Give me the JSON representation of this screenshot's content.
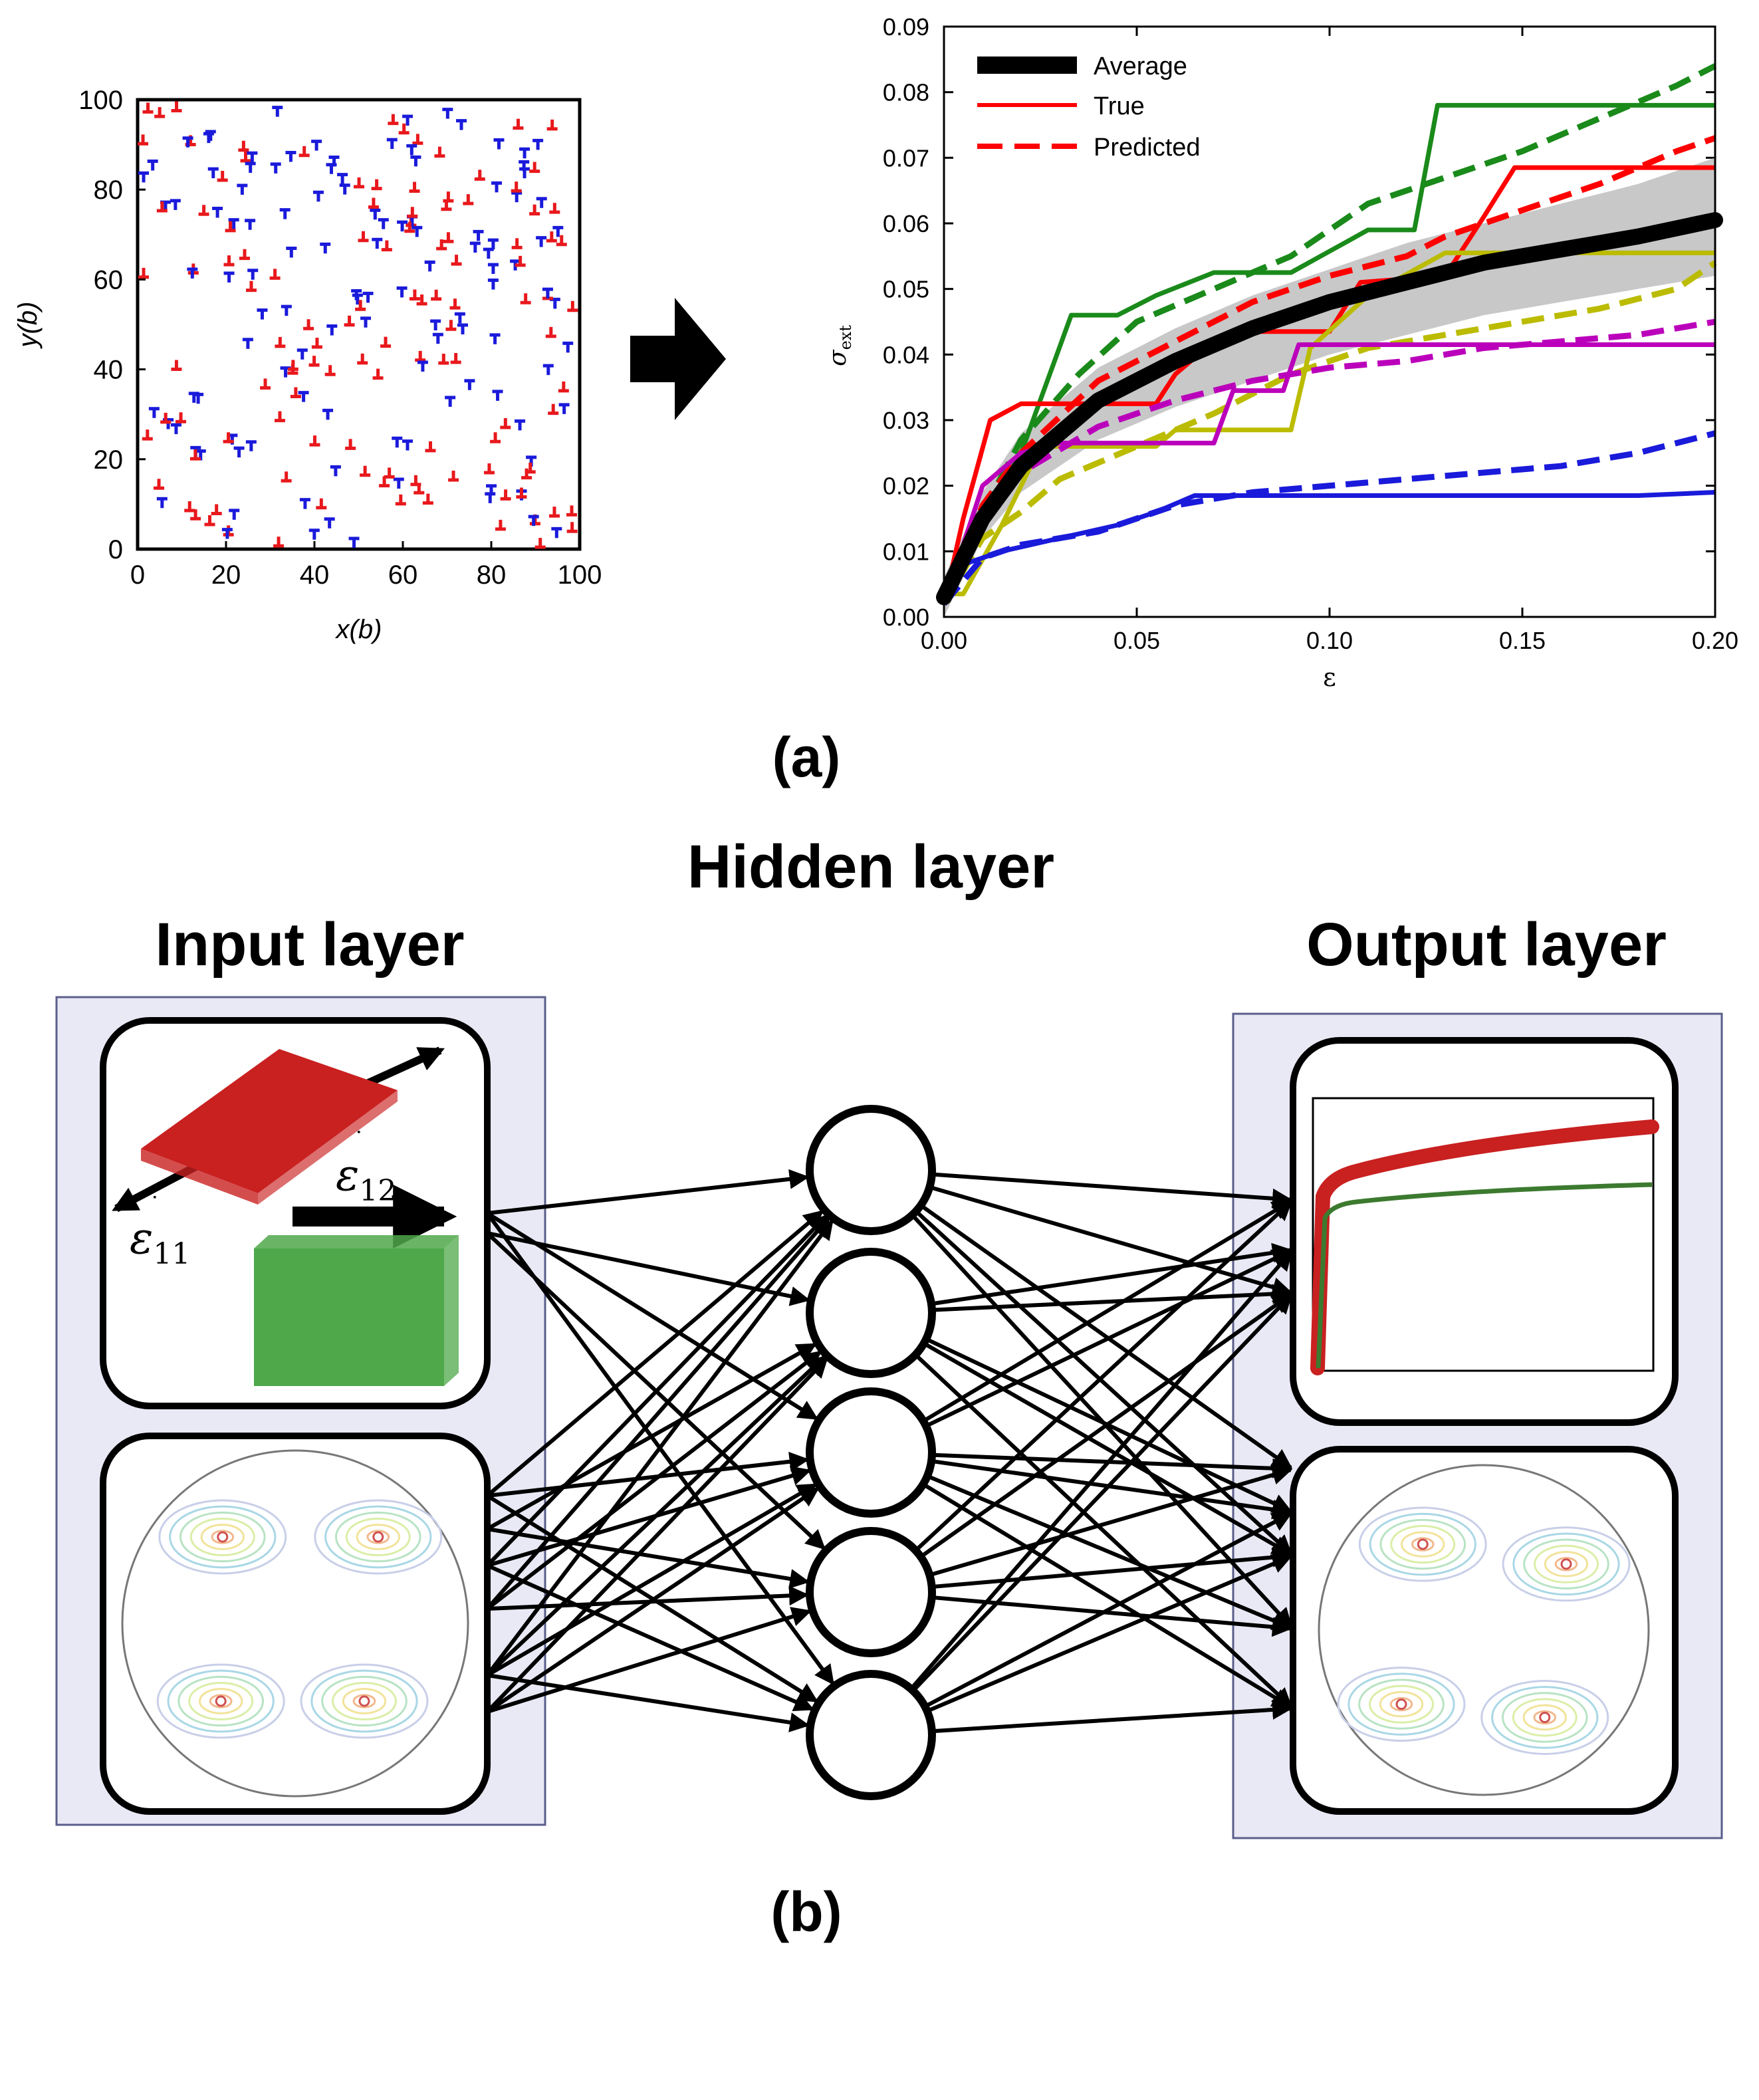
{
  "panel_a": {
    "caption": "(a)",
    "scatter": {
      "xlabel": "x(b)",
      "ylabel": "y(b)",
      "xlim": [
        0,
        100
      ],
      "ylim": [
        0,
        100
      ],
      "xticks": [
        "0",
        "20",
        "40",
        "60",
        "80",
        "100"
      ],
      "yticks": [
        "0",
        "20",
        "40",
        "60",
        "80",
        "100"
      ],
      "colors": {
        "positive": "#e8181c",
        "negative": "#1a1adb"
      },
      "positive_icon": "inverted-t-dislocation-icon",
      "negative_icon": "t-dislocation-icon"
    },
    "arrow_icon": "right-arrow-icon",
    "chart_data": {
      "type": "line",
      "xlabel": "ε",
      "ylabel": "σ",
      "ylabel_sub": "ext",
      "xlim": [
        0,
        0.2
      ],
      "ylim": [
        0,
        0.09
      ],
      "xticks": [
        "0.00",
        "0.05",
        "0.10",
        "0.15",
        "0.20"
      ],
      "yticks": [
        "0.00",
        "0.01",
        "0.02",
        "0.03",
        "0.04",
        "0.05",
        "0.06",
        "0.07",
        "0.08",
        "0.09"
      ],
      "legend_placement": "top-left",
      "legend": [
        {
          "label": "Average",
          "color": "#000000",
          "style": "thick"
        },
        {
          "label": "True",
          "color": "#ff0000",
          "style": "solid"
        },
        {
          "label": "Predicted",
          "color": "#ff0000",
          "style": "dashed"
        }
      ],
      "band": {
        "x": [
          0,
          0.01,
          0.02,
          0.04,
          0.06,
          0.08,
          0.1,
          0.12,
          0.14,
          0.16,
          0.18,
          0.2
        ],
        "lower": [
          0,
          0.012,
          0.019,
          0.027,
          0.032,
          0.036,
          0.04,
          0.043,
          0.046,
          0.048,
          0.05,
          0.052
        ],
        "upper": [
          0.006,
          0.019,
          0.028,
          0.038,
          0.044,
          0.049,
          0.053,
          0.057,
          0.06,
          0.063,
          0.066,
          0.07
        ]
      },
      "average": {
        "x": [
          0,
          0.01,
          0.02,
          0.03,
          0.04,
          0.06,
          0.08,
          0.1,
          0.12,
          0.14,
          0.16,
          0.18,
          0.2
        ],
        "y": [
          0.003,
          0.015,
          0.023,
          0.028,
          0.033,
          0.039,
          0.044,
          0.048,
          0.051,
          0.054,
          0.056,
          0.058,
          0.0605
        ]
      },
      "series": [
        {
          "color": "#1a8a1a",
          "style": "solid",
          "x": [
            0,
            0.01,
            0.02,
            0.033,
            0.045,
            0.055,
            0.07,
            0.09,
            0.11,
            0.122,
            0.128,
            0.2
          ],
          "y": [
            0.002,
            0.015,
            0.025,
            0.046,
            0.046,
            0.049,
            0.0525,
            0.0525,
            0.059,
            0.059,
            0.078,
            0.078
          ]
        },
        {
          "color": "#1a8a1a",
          "style": "dashed",
          "x": [
            0,
            0.01,
            0.02,
            0.035,
            0.05,
            0.07,
            0.09,
            0.11,
            0.13,
            0.15,
            0.17,
            0.19,
            0.2
          ],
          "y": [
            0.002,
            0.016,
            0.027,
            0.037,
            0.045,
            0.05,
            0.055,
            0.063,
            0.067,
            0.071,
            0.076,
            0.081,
            0.084
          ]
        },
        {
          "color": "#ff0000",
          "style": "solid",
          "x": [
            0,
            0.005,
            0.012,
            0.02,
            0.04,
            0.055,
            0.06,
            0.07,
            0.08,
            0.1,
            0.108,
            0.13,
            0.14,
            0.148,
            0.2
          ],
          "y": [
            0.002,
            0.015,
            0.03,
            0.0325,
            0.0325,
            0.0325,
            0.037,
            0.042,
            0.0435,
            0.0435,
            0.051,
            0.052,
            0.061,
            0.0685,
            0.0685
          ]
        },
        {
          "color": "#ff0000",
          "style": "dashed",
          "x": [
            0,
            0.01,
            0.02,
            0.04,
            0.06,
            0.08,
            0.1,
            0.12,
            0.13,
            0.15,
            0.17,
            0.19,
            0.2
          ],
          "y": [
            0.002,
            0.017,
            0.025,
            0.036,
            0.042,
            0.048,
            0.052,
            0.055,
            0.058,
            0.062,
            0.066,
            0.071,
            0.073
          ]
        },
        {
          "color": "#bbbb00",
          "style": "solid",
          "x": [
            0,
            0.005,
            0.015,
            0.025,
            0.055,
            0.06,
            0.09,
            0.095,
            0.11,
            0.13,
            0.2
          ],
          "y": [
            0.0035,
            0.0035,
            0.014,
            0.026,
            0.026,
            0.0285,
            0.0285,
            0.041,
            0.049,
            0.0555,
            0.0555
          ]
        },
        {
          "color": "#bbbb00",
          "style": "dashed",
          "x": [
            0,
            0.01,
            0.02,
            0.03,
            0.05,
            0.07,
            0.09,
            0.11,
            0.13,
            0.15,
            0.17,
            0.19,
            0.2
          ],
          "y": [
            0.002,
            0.012,
            0.016,
            0.021,
            0.026,
            0.031,
            0.037,
            0.041,
            0.043,
            0.045,
            0.047,
            0.05,
            0.054
          ]
        },
        {
          "color": "#bb00bb",
          "style": "solid",
          "x": [
            0,
            0.01,
            0.02,
            0.03,
            0.07,
            0.075,
            0.088,
            0.092,
            0.2
          ],
          "y": [
            0.002,
            0.02,
            0.025,
            0.0265,
            0.0265,
            0.0345,
            0.0345,
            0.0415,
            0.0415
          ]
        },
        {
          "color": "#bb00bb",
          "style": "dashed",
          "x": [
            0,
            0.01,
            0.02,
            0.04,
            0.06,
            0.08,
            0.1,
            0.12,
            0.14,
            0.16,
            0.18,
            0.2
          ],
          "y": [
            0.002,
            0.016,
            0.022,
            0.029,
            0.033,
            0.036,
            0.038,
            0.039,
            0.041,
            0.042,
            0.043,
            0.045
          ]
        },
        {
          "color": "#1a1adb",
          "style": "solid",
          "x": [
            0,
            0.005,
            0.015,
            0.03,
            0.045,
            0.055,
            0.065,
            0.1,
            0.18,
            0.2
          ],
          "y": [
            0.002,
            0.008,
            0.01,
            0.012,
            0.014,
            0.016,
            0.0185,
            0.0185,
            0.0185,
            0.019
          ]
        },
        {
          "color": "#1a1adb",
          "style": "dashed",
          "x": [
            0,
            0.01,
            0.02,
            0.04,
            0.06,
            0.08,
            0.1,
            0.12,
            0.14,
            0.16,
            0.18,
            0.2
          ],
          "y": [
            0.002,
            0.009,
            0.011,
            0.013,
            0.017,
            0.019,
            0.02,
            0.021,
            0.022,
            0.023,
            0.025,
            0.028
          ]
        }
      ]
    }
  },
  "panel_b": {
    "caption": "(b)",
    "hidden_title": "Hidden layer",
    "input_title": "Input layer",
    "output_title": "Output layer",
    "input_box": {
      "shear_rate_label": "ε",
      "shear_rate_sub": "12",
      "normal_rate_label": "ε",
      "normal_rate_sub": "11",
      "plate_color": "#c92020",
      "block_color": "#4fa84a",
      "plate_icon": "red-plate-icon",
      "block_icon": "green-block-icon",
      "pole_figure_icon": "pole-figure-icon"
    },
    "output_box": {
      "curve_plot_icon": "stress-strain-curve-icon",
      "curve_colors": [
        "#c92020",
        "#3c7a2f"
      ],
      "pole_figure_icon": "pole-figure-icon"
    },
    "layer_bg": "#e9e9f6",
    "layer_border": "#5a5e8a"
  }
}
